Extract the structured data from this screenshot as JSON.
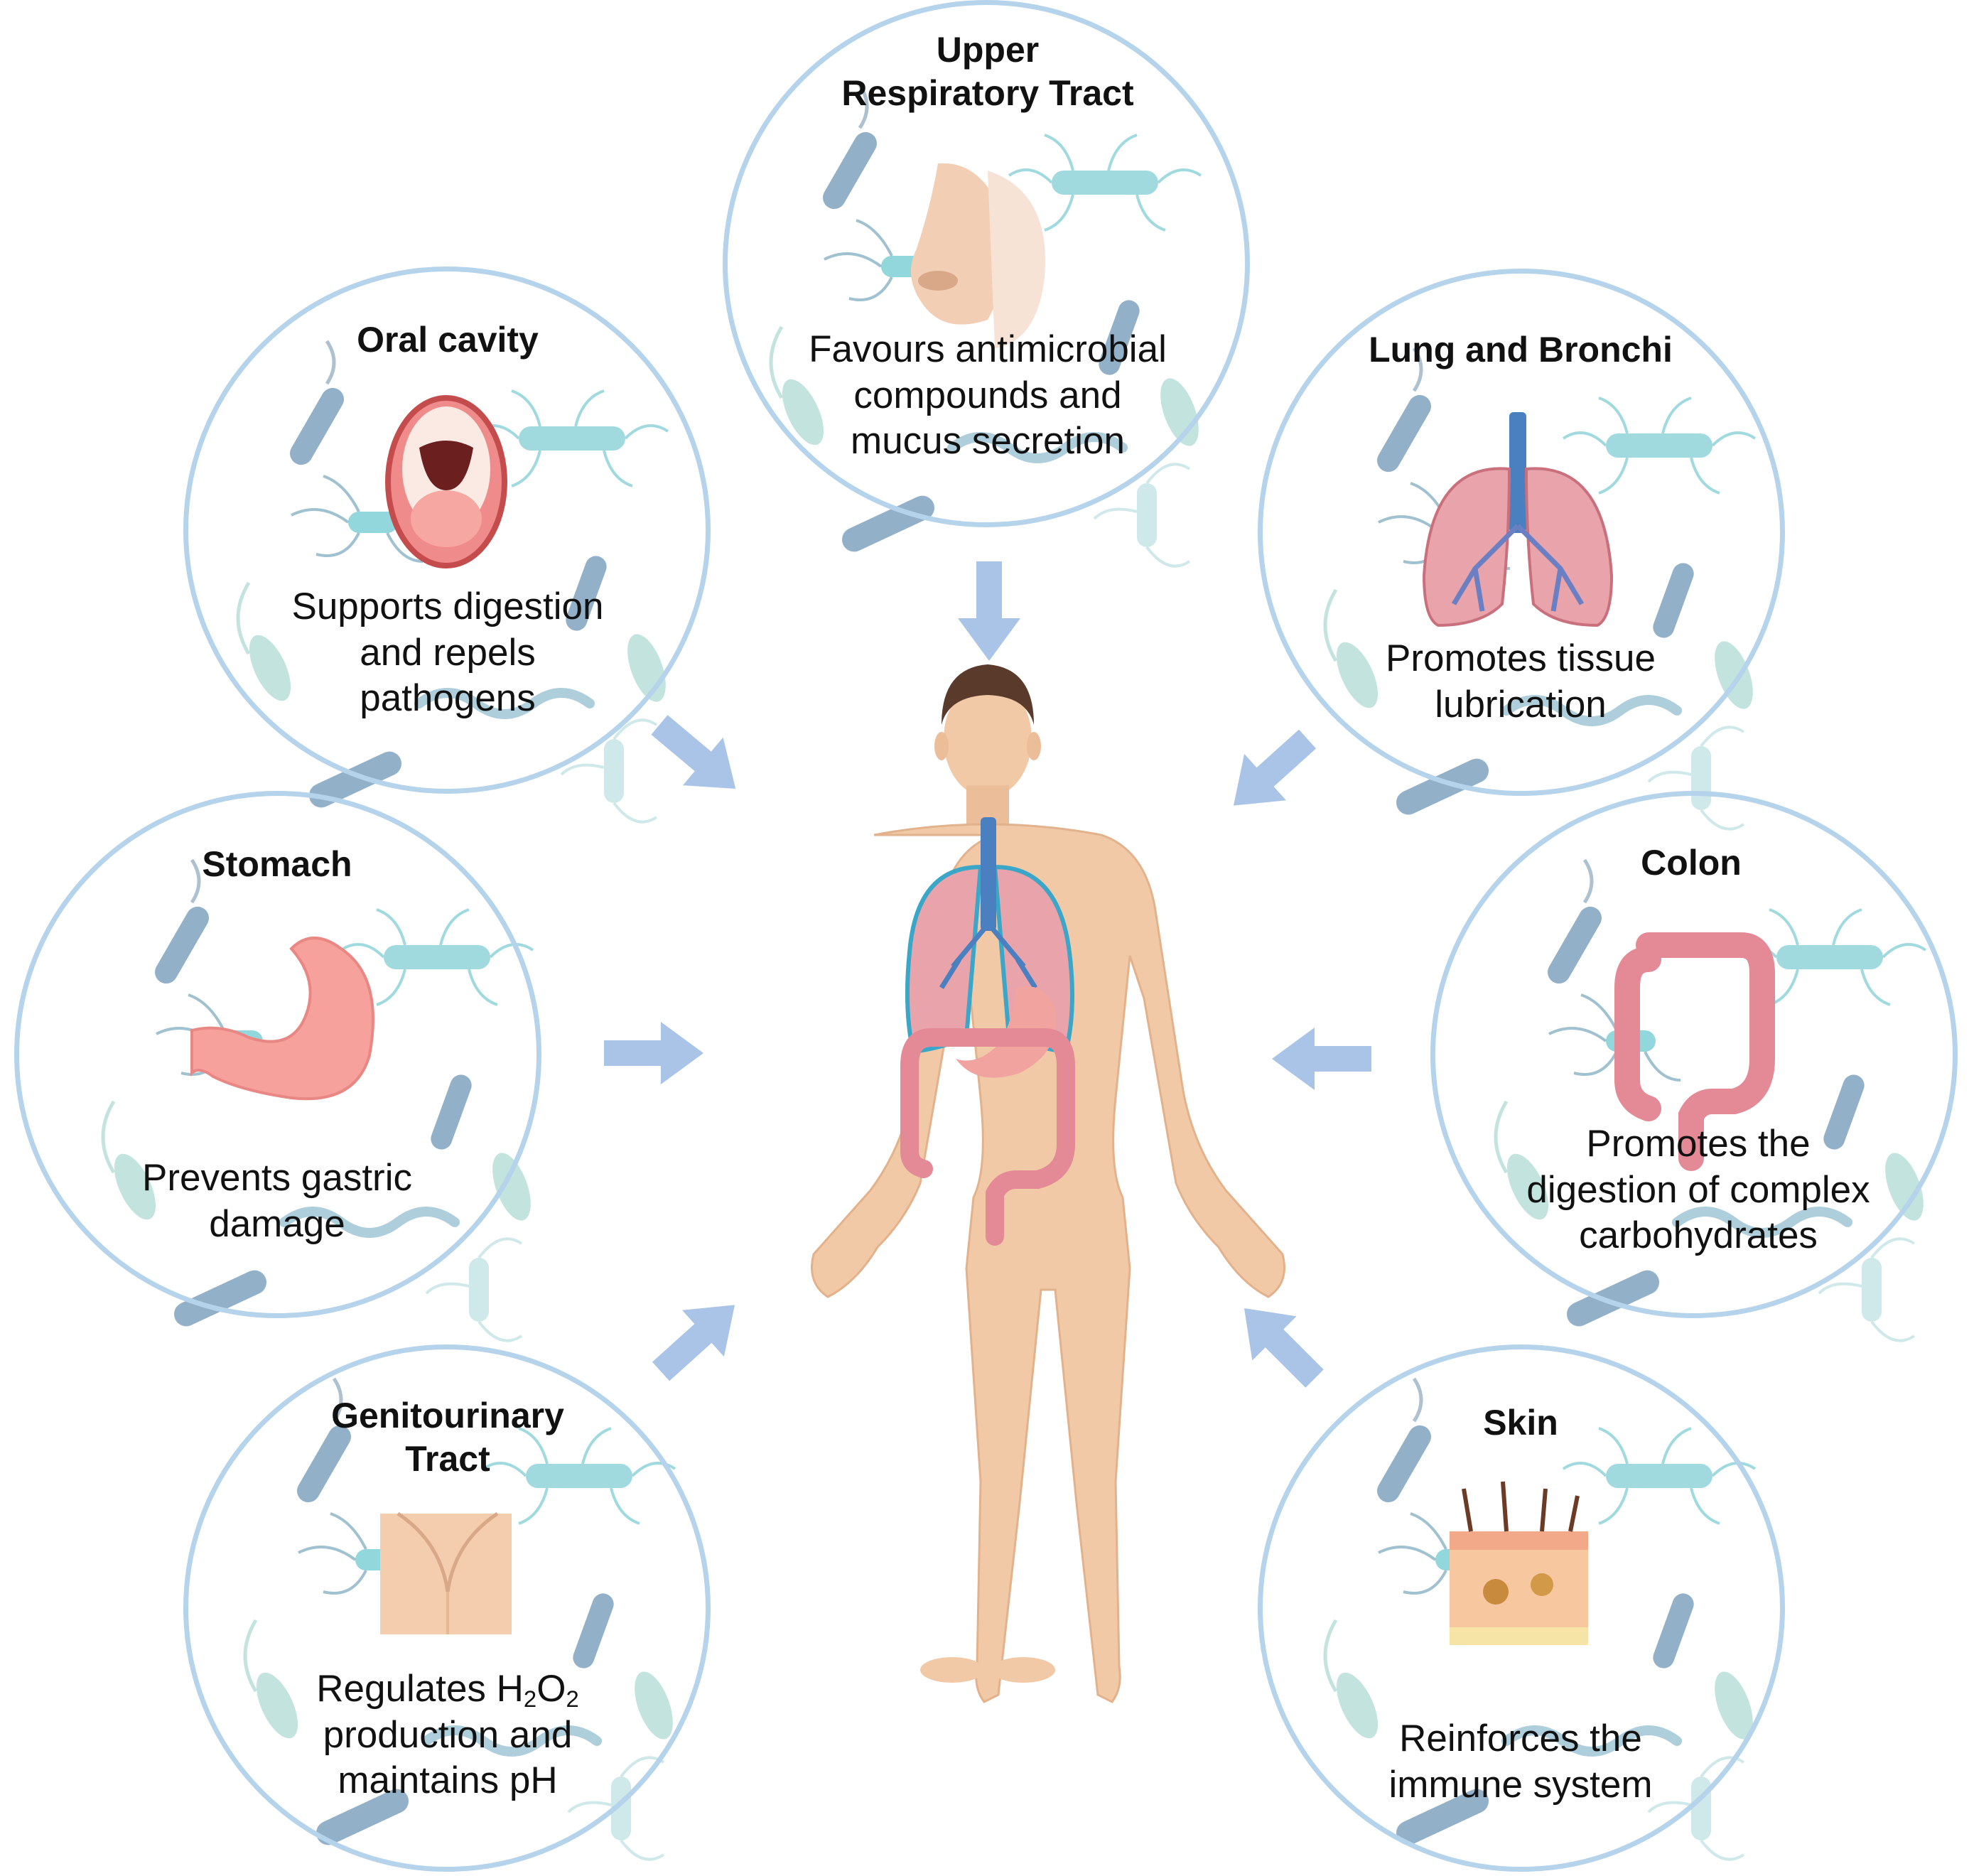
{
  "organs": {
    "upper_respiratory": {
      "title_line1": "Upper",
      "title_line2": "Respiratory Tract",
      "function_lines": [
        "Favours  antimicrobial",
        "compounds and",
        "mucus secretion"
      ],
      "icon": "nose-icon"
    },
    "oral_cavity": {
      "title": "Oral cavity",
      "function_lines": [
        "Supports digestion",
        "and repels",
        "pathogens"
      ],
      "icon": "open-mouth-icon"
    },
    "lung_bronchi": {
      "title": "Lung and Bronchi",
      "function_lines": [
        "Promotes tissue",
        "lubrication"
      ],
      "icon": "lungs-icon"
    },
    "stomach": {
      "title": "Stomach",
      "function_lines": [
        "Prevents gastric",
        "damage"
      ],
      "icon": "stomach-icon"
    },
    "colon": {
      "title": "Colon",
      "function_lines": [
        "Promotes the",
        "digestion of complex",
        "carbohydrates"
      ],
      "icon": "colon-icon"
    },
    "genitourinary": {
      "title_line1": "Genitourinary",
      "title_line2": "Tract",
      "function_line1_prefix": "Regulates H",
      "sub_2": "2",
      "letter_o": "O",
      "function_lines": [
        "production and",
        "maintains pH"
      ],
      "icon": "pelvis-icon"
    },
    "skin": {
      "title": "Skin",
      "function_lines": [
        "Reinforces the",
        "immune system"
      ],
      "icon": "skin-layers-icon"
    }
  },
  "center_figure": "human-body-icon",
  "colors": {
    "circle_border": "#b5d3eb",
    "arrow": "#a9c4e6",
    "skin_tone": "#f2c9a6",
    "organ_pink": "#e48a96",
    "trachea_blue": "#4a7fc0",
    "bacteria_blue": "#7fa3bf",
    "bacteria_teal": "#7fd0d6",
    "bacteria_green": "#b9dfd8"
  }
}
